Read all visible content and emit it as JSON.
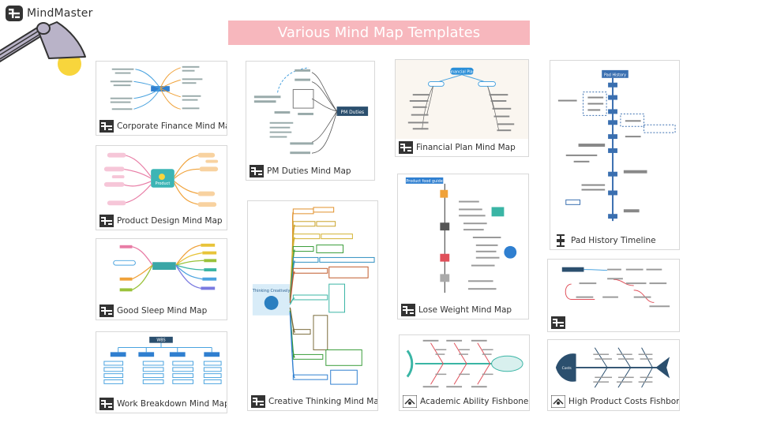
{
  "brand": {
    "name": "MindMaster",
    "logo_icon": "mindmaster-logo-icon"
  },
  "banner": {
    "title": "Various Mind Map Templates"
  },
  "colors": {
    "banner_bg": "#f7b7bd",
    "lamp": "#b9b3c8",
    "bulb": "#f8d53c",
    "accent_blue": "#2f7fd0"
  },
  "decoration": {
    "icon": "desk-lamp-icon"
  },
  "templates": [
    {
      "id": "corporate-finance",
      "label": "Corporate Finance Mind Map",
      "icon": "mind-map-icon"
    },
    {
      "id": "pm-duties",
      "label": "PM Duties Mind Map",
      "icon": "mind-map-icon"
    },
    {
      "id": "financial-plan",
      "label": "Financial Plan Mind Map",
      "icon": "mind-map-icon"
    },
    {
      "id": "pad-history",
      "label": "Pad History Timeline",
      "icon": "timeline-icon"
    },
    {
      "id": "product-design",
      "label": "Product Design Mind Map",
      "icon": "mind-map-icon"
    },
    {
      "id": "creative-thinking",
      "label": "Creative Thinking Mind Map",
      "icon": "mind-map-icon"
    },
    {
      "id": "good-sleep",
      "label": "Good Sleep Mind Map",
      "icon": "mind-map-icon"
    },
    {
      "id": "lose-weight",
      "label": "Lose Weight Mind Map",
      "icon": "mind-map-icon"
    },
    {
      "id": "work-breakdown",
      "label": "Work Breakdown Mind Map",
      "icon": "mind-map-icon"
    },
    {
      "id": "academic-ability",
      "label": "Academic Ability Fishbone",
      "icon": "fishbone-icon"
    },
    {
      "id": "high-product-costs",
      "label": "High Product Costs Fishbone",
      "icon": "fishbone-icon"
    },
    {
      "id": "process-flow",
      "label": "",
      "icon": "mind-map-icon"
    }
  ],
  "thumb_text": {
    "financial_plan_center": "Financial Plan",
    "pm_center": "PM Duties",
    "product_center": "Product",
    "creative_center": "Thinking Creatively",
    "pad_title": "Pad History",
    "lose_weight_title": "Product food guide",
    "wbs_root": "WBS",
    "fish_head": "Costs"
  }
}
